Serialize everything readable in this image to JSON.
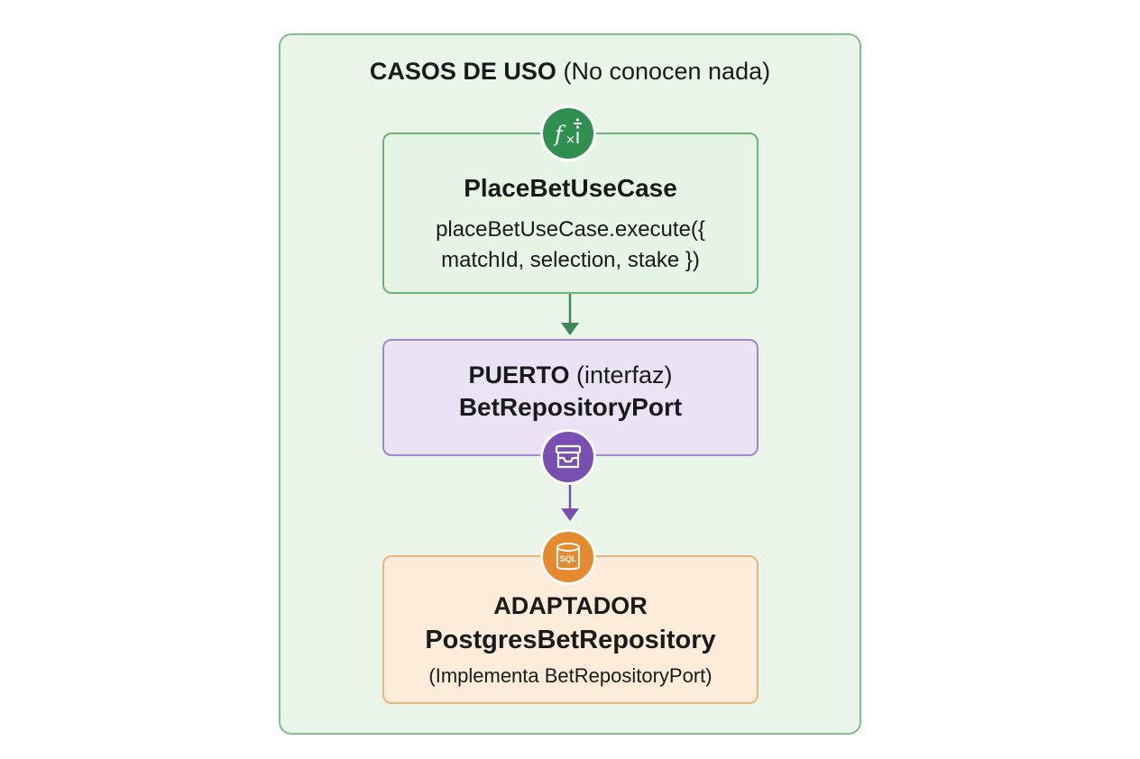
{
  "diagram": {
    "title_bold": "CASOS DE USO",
    "title_rest": "(No conocen nada)",
    "use_case": {
      "name": "PlaceBetUseCase",
      "code_line1": "placeBetUseCase.execute({",
      "code_line2": "matchId, selection, stake })",
      "icon": "function-icon"
    },
    "port": {
      "label_bold": "PUERTO",
      "label_rest": "(interfaz)",
      "name": "BetRepositoryPort",
      "icon": "inbox-tray-icon"
    },
    "adapter": {
      "label": "ADAPTADOR",
      "name": "PostgresBetRepository",
      "note": "(Implementa BetRepositoryPort)",
      "icon": "sql-database-icon",
      "icon_text": "SQL"
    },
    "colors": {
      "outer_fill": "#eaf5ea",
      "outer_border": "#7fbf8a",
      "use_case_border": "#6cb27a",
      "port_fill": "#ece2f6",
      "port_border": "#a088cc",
      "adapter_fill": "#fcecd9",
      "adapter_border": "#e9b578",
      "arrow_green": "#3a8a55",
      "arrow_purple": "#7a4fb2"
    }
  }
}
